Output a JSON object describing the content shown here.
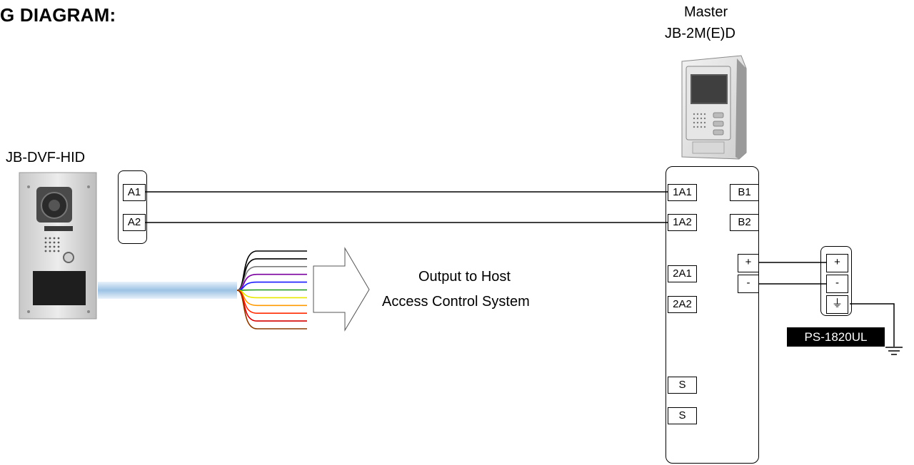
{
  "heading": "G DIAGRAM:",
  "master": {
    "title": "Master",
    "model": "JB-2M(E)D"
  },
  "door_station": {
    "model": "JB-DVF-HID"
  },
  "door_terminals": [
    "A1",
    "A2"
  ],
  "master_terminals": {
    "left": [
      "1A1",
      "1A2",
      "2A1",
      "2A2",
      "S",
      "S"
    ],
    "right": [
      "B1",
      "B2"
    ],
    "power": [
      "+",
      "-"
    ]
  },
  "power_supply": {
    "terminals": [
      "+",
      "-",
      "⏚"
    ],
    "label": "PS-1820UL"
  },
  "output": {
    "line1": "Output to Host",
    "line2": "Access Control System"
  },
  "wire_colors": [
    "#000000",
    "#000000",
    "#7a7a7a",
    "#7a00a0",
    "#1a1aff",
    "#1a9a1a",
    "#e8e800",
    "#ff9a00",
    "#ff2a00",
    "#d40000",
    "#8a3a00"
  ],
  "ground_icon": "ground-icon"
}
